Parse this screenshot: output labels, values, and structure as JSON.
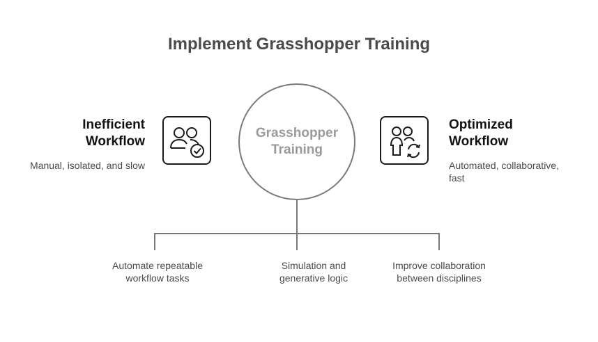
{
  "title": "Implement Grasshopper Training",
  "center": {
    "label": "Grasshopper Training"
  },
  "left": {
    "heading": "Inefficient Workflow",
    "description": "Manual, isolated, and slow",
    "icon": "users-check-icon"
  },
  "right": {
    "heading": "Optimized Workflow",
    "description": "Automated, collaborative, fast",
    "icon": "users-refresh-icon"
  },
  "branches": [
    {
      "label": "Automate repeatable workflow tasks"
    },
    {
      "label": "Simulation and generative logic"
    },
    {
      "label": "Improve collaboration between disciplines"
    }
  ],
  "colors": {
    "title": "#4a4a4a",
    "heading": "#111111",
    "text": "#4a4a4a",
    "circle_border": "#7a7a7a",
    "circle_text": "#9a9a9a",
    "lines": "#777777"
  }
}
